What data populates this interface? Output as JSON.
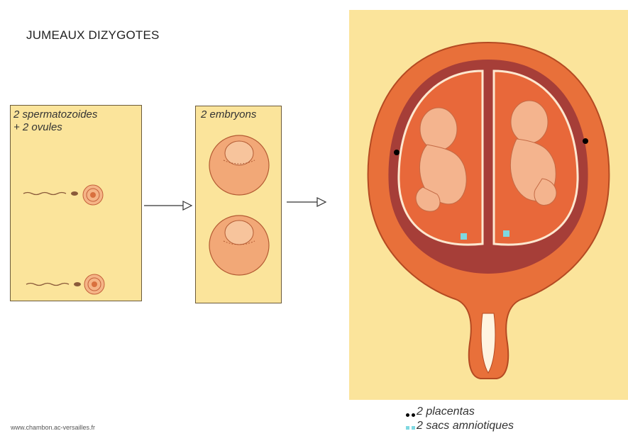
{
  "title": "JUMEAUX DIZYGOTES",
  "panel1": {
    "line1": "2 spermatozoides",
    "line2": "+ 2 ovules"
  },
  "panel2": {
    "label": "2 embryons"
  },
  "legend": [
    {
      "text": "2 placentas",
      "marker": "black-dots"
    },
    {
      "text": "2 sacs amniotiques",
      "marker": "cyan-squares"
    }
  ],
  "footer": "www.chambon.ac-versailles.fr",
  "colors": {
    "panel_bg": "#fbe49b",
    "uterus_outer": "#e8703a",
    "uterus_inner": "#f08a55",
    "placenta_dot": "#000000",
    "amniotic_marker": "#7fd8e0"
  }
}
